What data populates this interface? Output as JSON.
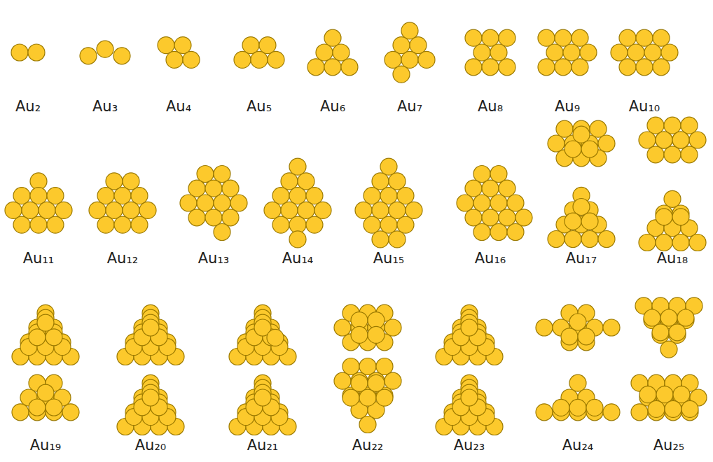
{
  "diagram": {
    "labels": [
      "Au₂",
      "Au₃",
      "Au₄",
      "Au₅",
      "Au₆",
      "Au₇",
      "Au₈",
      "Au₉",
      "Au₁₀",
      "Au₁₁",
      "Au₁₂",
      "Au₁₃",
      "Au₁₄",
      "Au₁₅",
      "Au₁₆",
      "Au₁₇",
      "Au₁₈",
      "Au₁₉",
      "Au₂₀",
      "Au₂₁",
      "Au₂₂",
      "Au₂₃",
      "Au₂₄",
      "Au₂₅"
    ]
  }
}
